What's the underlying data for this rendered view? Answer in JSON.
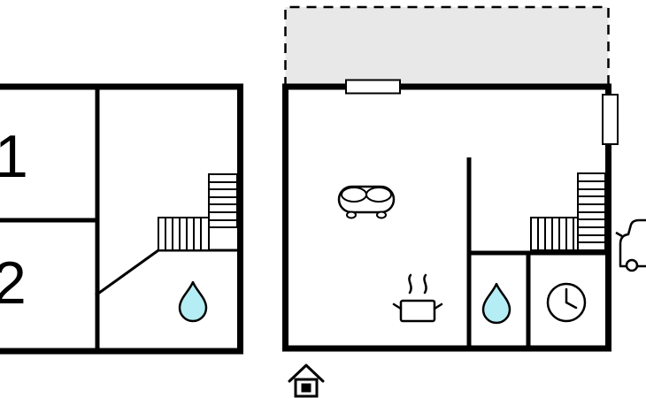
{
  "colors": {
    "wall": "#000000",
    "terrace_fill": "#e8e8e8",
    "water_drop_fill": "#b5edf4",
    "background": "#ffffff"
  },
  "left_unit": {
    "rooms": [
      {
        "label": "1"
      },
      {
        "label": "2"
      }
    ],
    "features": [
      "staircase-icon",
      "water-drop-icon"
    ]
  },
  "right_unit": {
    "features": [
      "terrace-area",
      "window",
      "door",
      "sofa-icon",
      "stove-icon",
      "water-drop-icon",
      "clock-icon",
      "staircase-icon"
    ]
  },
  "exterior": {
    "features": [
      "car-icon",
      "entrance-icon"
    ]
  }
}
